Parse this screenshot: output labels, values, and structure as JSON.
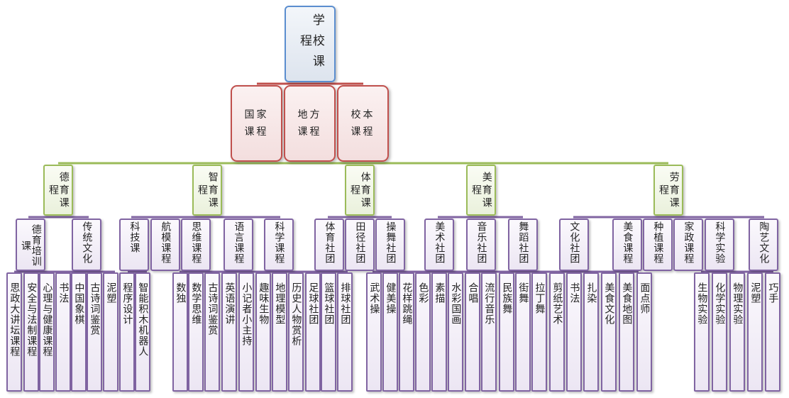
{
  "root": "学校课程",
  "level1": [
    "国家课程",
    "地方课程",
    "校本课程"
  ],
  "level2": [
    "德育课程",
    "智育课程",
    "体育课程",
    "美育课程",
    "劳育课程"
  ],
  "level3": [
    "德育培训课",
    "传统文化",
    "科技课",
    "航模课程",
    "思维课程",
    "语言课程",
    "科学课程",
    "体育社团",
    "田径社团",
    "操舞社团",
    "美术社团",
    "音乐社团",
    "舞蹈社团",
    "文化社团",
    "美食课程",
    "种植课程",
    "家政课程",
    "科学实验",
    "陶艺文化"
  ],
  "level4": [
    "思政大讲坛课程",
    "安全与法制课程",
    "心理与健康课程",
    "书法",
    "中国象棋",
    "古诗词鉴赏",
    "泥塑",
    "程序设计",
    "智能积木机器人",
    "数独",
    "数学思维",
    "古诗词鉴赏",
    "英语演讲",
    "小记者小主持",
    "趣味生物",
    "地理模型",
    "历史人物赏析",
    "足球社团",
    "篮球社团",
    "排球社团",
    "武术操",
    "健美操",
    "花样跳绳",
    "色彩",
    "素描",
    "水彩国画",
    "合唱",
    "流行音乐",
    "民族舞",
    "街舞",
    "拉丁舞",
    "剪纸艺术",
    "书法",
    "扎染",
    "美食文化",
    "美食地图",
    "面点师",
    "生物实验",
    "化学实验",
    "物理实验",
    "泥塑",
    "巧手"
  ],
  "colors": {
    "root": "#5b8ecf",
    "level1": "#c0504d",
    "level2": "#9bbb59",
    "level3": "#8064a2",
    "level4": "#8064a2"
  }
}
